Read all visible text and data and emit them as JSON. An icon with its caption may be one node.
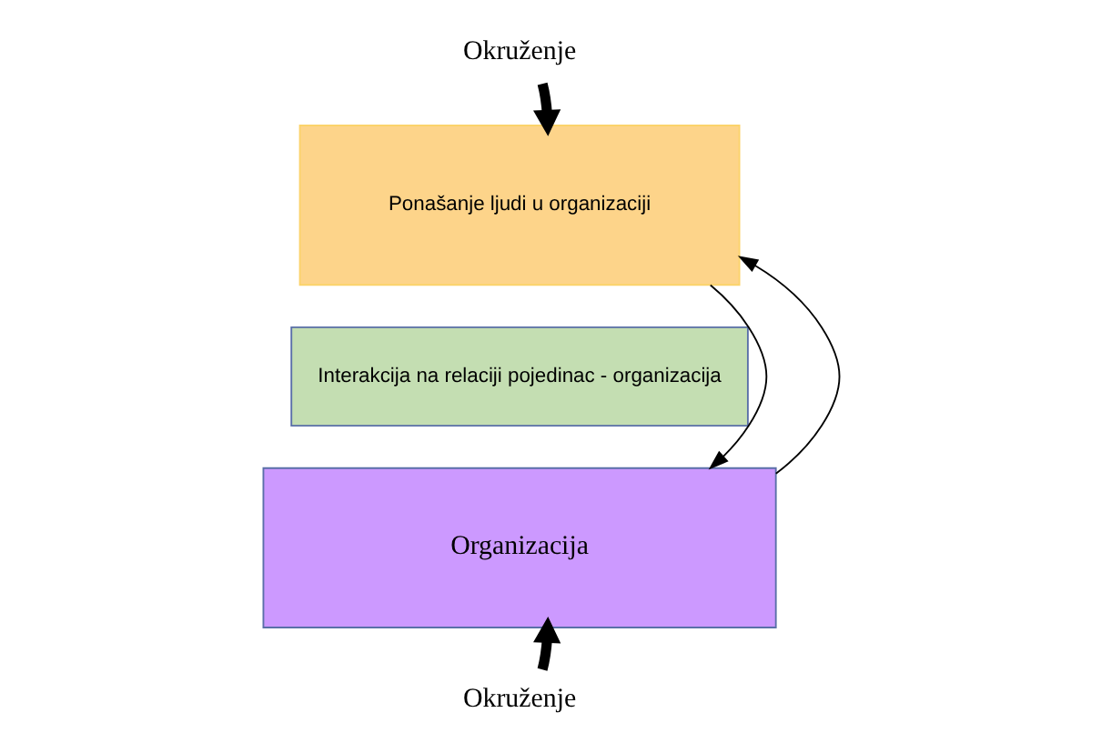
{
  "diagram": {
    "nodes": [
      {
        "text": [
          "Okruženje"
        ]
      },
      {
        "text": [
          "Ponašanje ljudi u organizaciji"
        ]
      },
      {
        "text": [
          "Interakcija na relaciji pojedinac - organizacija"
        ]
      },
      {
        "text": [
          "Organizacija"
        ]
      },
      {
        "text": [
          "Okruženje"
        ]
      }
    ],
    "edges": [
      {
        "from": 0,
        "to": 1,
        "arrow": "to",
        "style": "thick"
      },
      {
        "from": 1,
        "to": 3,
        "arrow": "to"
      },
      {
        "from": 3,
        "to": 1,
        "arrow": "to"
      },
      {
        "from": 4,
        "to": 3,
        "arrow": "to",
        "style": "thick"
      }
    ]
  }
}
